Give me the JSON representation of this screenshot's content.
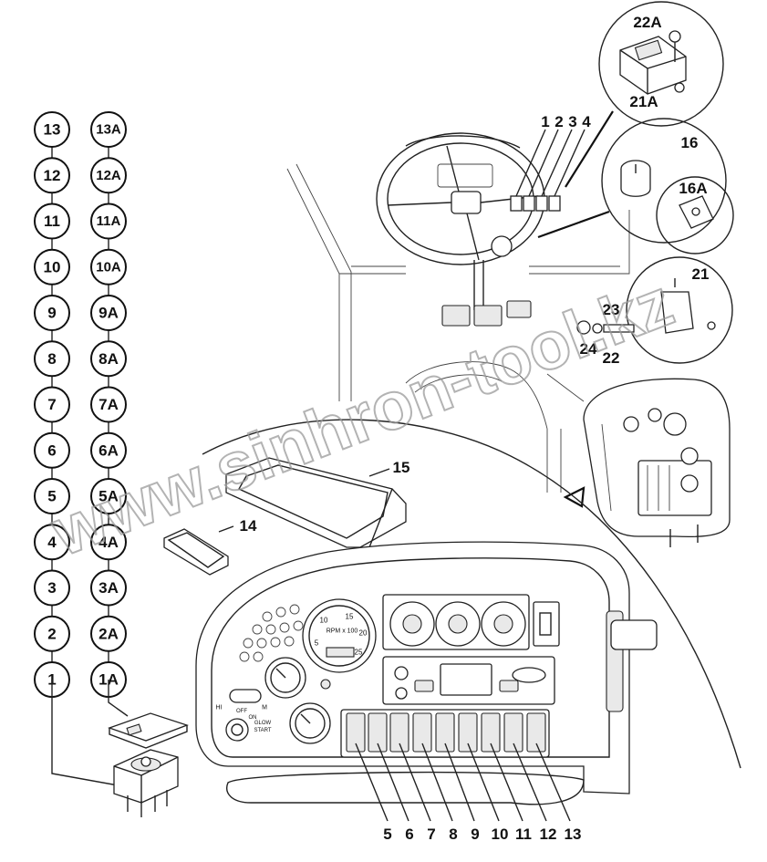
{
  "watermark": "www.sinhron-tool.kz",
  "callouts_left": [
    "13",
    "12",
    "11",
    "10",
    "9",
    "8",
    "7",
    "6",
    "5",
    "4",
    "3",
    "2",
    "1"
  ],
  "callouts_right": [
    "13A",
    "12A",
    "11A",
    "10A",
    "9A",
    "8A",
    "7A",
    "6A",
    "5A",
    "4A",
    "3A",
    "2A",
    "1A"
  ],
  "labels": {
    "relay": "22A",
    "relay_base": "21A",
    "steer_1": "1",
    "steer_2": "2",
    "steer_3": "3",
    "steer_4": "4",
    "ignition": "16",
    "ignition_clip": "16A",
    "buzzer": "21",
    "bolt": "23",
    "washer": "24",
    "nut": "22",
    "cover_large": "15",
    "cover_small": "14"
  },
  "bottom_labels": [
    "5",
    "6",
    "7",
    "8",
    "9",
    "10",
    "11",
    "12",
    "13"
  ],
  "gauge_labels": {
    "rpm_unit": "RPM x 100",
    "rpm_ticks": [
      "5",
      "10",
      "15",
      "20",
      "25"
    ],
    "hi": "HI",
    "m": "M",
    "off": "OFF",
    "on": "ON",
    "glow": "GLOW",
    "start": "START"
  }
}
